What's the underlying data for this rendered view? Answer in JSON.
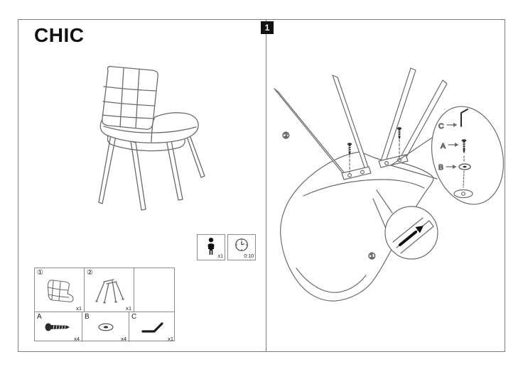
{
  "page": {
    "title": "CHIC",
    "step_badge": "1"
  },
  "meta": {
    "person_qty": "x1",
    "assembly_time": "0:10"
  },
  "parts": {
    "seat_shell": {
      "num": "①",
      "qty": "x1"
    },
    "leg_frame": {
      "num": "②",
      "qty": "x1"
    },
    "screw": {
      "label": "A",
      "qty": "x4"
    },
    "washer": {
      "label": "B",
      "qty": "x4"
    },
    "allen_key": {
      "label": "C",
      "qty": "x1"
    }
  },
  "diagram": {
    "leg_frame_label": "②",
    "seat_shell_label": "①",
    "callout": {
      "allen_key": "C",
      "screw": "A",
      "washer": "B"
    }
  },
  "icons": {
    "person": "person-icon",
    "clock": "clock-icon",
    "seat_shell": "seat-shell-icon",
    "leg_frame": "leg-frame-icon",
    "screw": "screw-icon",
    "washer": "washer-icon",
    "allen_key": "allen-key-icon"
  },
  "colors": {
    "line": "#6a6a6a",
    "text": "#1a1a1a",
    "badge_bg": "#111111",
    "badge_fg": "#ffffff"
  }
}
